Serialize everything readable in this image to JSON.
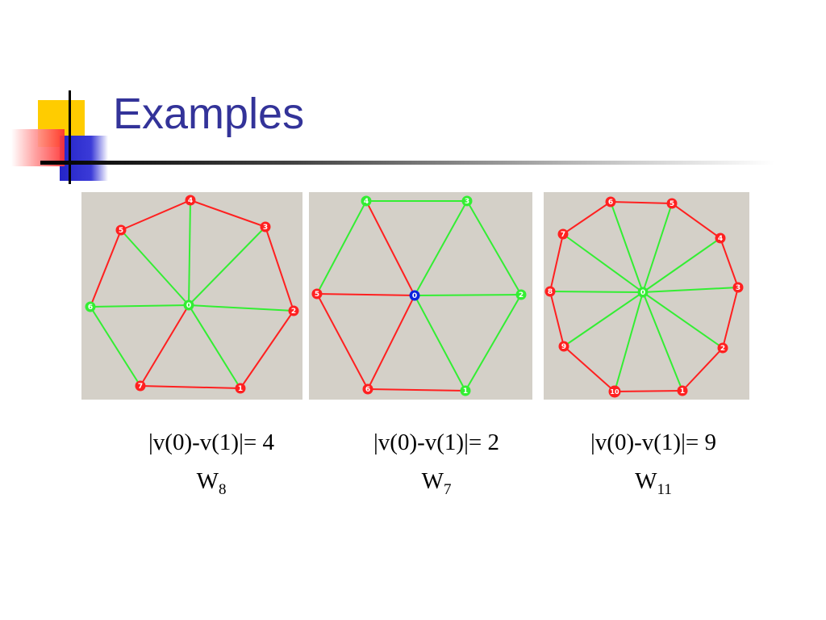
{
  "slide": {
    "title": "Examples"
  },
  "colors": {
    "red": "#ff2020",
    "green": "#33ee33",
    "blue": "#0a24dd",
    "panel": "#d4d0c8",
    "title": "#333399"
  },
  "graphs": [
    {
      "id": "w8",
      "caption_formula": "|v(0)-v(1)|= 4",
      "caption_letter": "W",
      "caption_sub": "8",
      "center": {
        "label": "0",
        "color": "green"
      },
      "rim": [
        {
          "label": "1",
          "color": "red"
        },
        {
          "label": "2",
          "color": "red"
        },
        {
          "label": "3",
          "color": "red"
        },
        {
          "label": "4",
          "color": "red"
        },
        {
          "label": "5",
          "color": "red"
        },
        {
          "label": "6",
          "color": "green"
        },
        {
          "label": "7",
          "color": "red"
        }
      ],
      "rim_edges": [
        {
          "a": "1",
          "b": "2",
          "color": "red"
        },
        {
          "a": "2",
          "b": "3",
          "color": "red"
        },
        {
          "a": "3",
          "b": "4",
          "color": "red"
        },
        {
          "a": "4",
          "b": "5",
          "color": "red"
        },
        {
          "a": "5",
          "b": "6",
          "color": "red"
        },
        {
          "a": "6",
          "b": "7",
          "color": "green"
        },
        {
          "a": "7",
          "b": "1",
          "color": "red"
        }
      ],
      "spokes": [
        {
          "to": "1",
          "color": "green"
        },
        {
          "to": "2",
          "color": "green"
        },
        {
          "to": "3",
          "color": "green"
        },
        {
          "to": "4",
          "color": "green"
        },
        {
          "to": "5",
          "color": "green"
        },
        {
          "to": "6",
          "color": "green"
        },
        {
          "to": "7",
          "color": "red"
        }
      ]
    },
    {
      "id": "w7",
      "caption_formula": "|v(0)-v(1)|= 2",
      "caption_letter": "W",
      "caption_sub": "7",
      "center": {
        "label": "0",
        "color": "blue"
      },
      "rim": [
        {
          "label": "1",
          "color": "green"
        },
        {
          "label": "2",
          "color": "green"
        },
        {
          "label": "3",
          "color": "green"
        },
        {
          "label": "4",
          "color": "green"
        },
        {
          "label": "5",
          "color": "red"
        },
        {
          "label": "6",
          "color": "red"
        }
      ],
      "rim_edges": [
        {
          "a": "1",
          "b": "2",
          "color": "green"
        },
        {
          "a": "2",
          "b": "3",
          "color": "green"
        },
        {
          "a": "3",
          "b": "4",
          "color": "green"
        },
        {
          "a": "4",
          "b": "5",
          "color": "green"
        },
        {
          "a": "5",
          "b": "6",
          "color": "red"
        },
        {
          "a": "6",
          "b": "1",
          "color": "red"
        }
      ],
      "spokes": [
        {
          "to": "1",
          "color": "green"
        },
        {
          "to": "2",
          "color": "green"
        },
        {
          "to": "3",
          "color": "green"
        },
        {
          "to": "4",
          "color": "red"
        },
        {
          "to": "5",
          "color": "red"
        },
        {
          "to": "6",
          "color": "red"
        }
      ]
    },
    {
      "id": "w11",
      "caption_formula": "|v(0)-v(1)|= 9",
      "caption_letter": "W",
      "caption_sub": "11",
      "center": {
        "label": "0",
        "color": "green"
      },
      "rim": [
        {
          "label": "1",
          "color": "red"
        },
        {
          "label": "2",
          "color": "red"
        },
        {
          "label": "3",
          "color": "red"
        },
        {
          "label": "4",
          "color": "red"
        },
        {
          "label": "5",
          "color": "red"
        },
        {
          "label": "6",
          "color": "red"
        },
        {
          "label": "7",
          "color": "red"
        },
        {
          "label": "8",
          "color": "red"
        },
        {
          "label": "9",
          "color": "red"
        },
        {
          "label": "10",
          "color": "red"
        }
      ],
      "rim_edges": [
        {
          "a": "1",
          "b": "2",
          "color": "red"
        },
        {
          "a": "2",
          "b": "3",
          "color": "red"
        },
        {
          "a": "3",
          "b": "4",
          "color": "red"
        },
        {
          "a": "4",
          "b": "5",
          "color": "red"
        },
        {
          "a": "5",
          "b": "6",
          "color": "red"
        },
        {
          "a": "6",
          "b": "7",
          "color": "red"
        },
        {
          "a": "7",
          "b": "8",
          "color": "red"
        },
        {
          "a": "8",
          "b": "9",
          "color": "red"
        },
        {
          "a": "9",
          "b": "10",
          "color": "red"
        },
        {
          "a": "10",
          "b": "1",
          "color": "red"
        }
      ],
      "spokes": [
        {
          "to": "1",
          "color": "green"
        },
        {
          "to": "2",
          "color": "green"
        },
        {
          "to": "3",
          "color": "green"
        },
        {
          "to": "4",
          "color": "green"
        },
        {
          "to": "5",
          "color": "green"
        },
        {
          "to": "6",
          "color": "green"
        },
        {
          "to": "7",
          "color": "green"
        },
        {
          "to": "8",
          "color": "green"
        },
        {
          "to": "9",
          "color": "green"
        },
        {
          "to": "10",
          "color": "green"
        }
      ]
    }
  ]
}
